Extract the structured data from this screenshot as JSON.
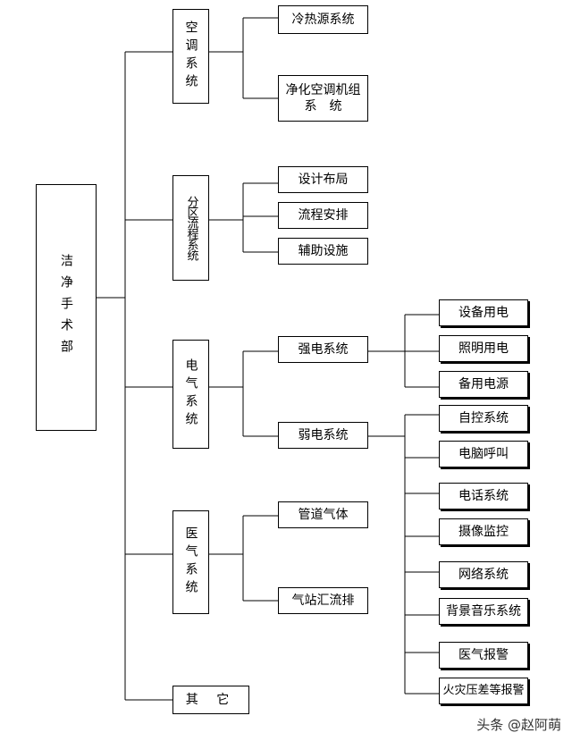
{
  "root": {
    "label": "洁净手术部"
  },
  "level1": [
    {
      "id": "ac",
      "label": "空调系统"
    },
    {
      "id": "zone",
      "label": "分区流程系统"
    },
    {
      "id": "elec",
      "label": "电气系统"
    },
    {
      "id": "gas",
      "label": "医气系统"
    },
    {
      "id": "other",
      "label": "其 它"
    }
  ],
  "level2": {
    "ac_1": "冷热源系统",
    "ac_2": "净化空调机组\n系　统",
    "zone_1": "设计布局",
    "zone_2": "流程安排",
    "zone_3": "辅助设施",
    "elec_1": "强电系统",
    "elec_2": "弱电系统",
    "gas_1": "管道气体",
    "gas_2": "气站汇流排"
  },
  "level3": {
    "strong": [
      "设备用电",
      "照明用电",
      "备用电源"
    ],
    "weak": [
      "自控系统",
      "电脑呼叫",
      "电话系统",
      "摄像监控",
      "网络系统",
      "背景音乐系统",
      "医气报警",
      "火灾压差等报警"
    ]
  },
  "watermark": "头条 @赵阿萌"
}
